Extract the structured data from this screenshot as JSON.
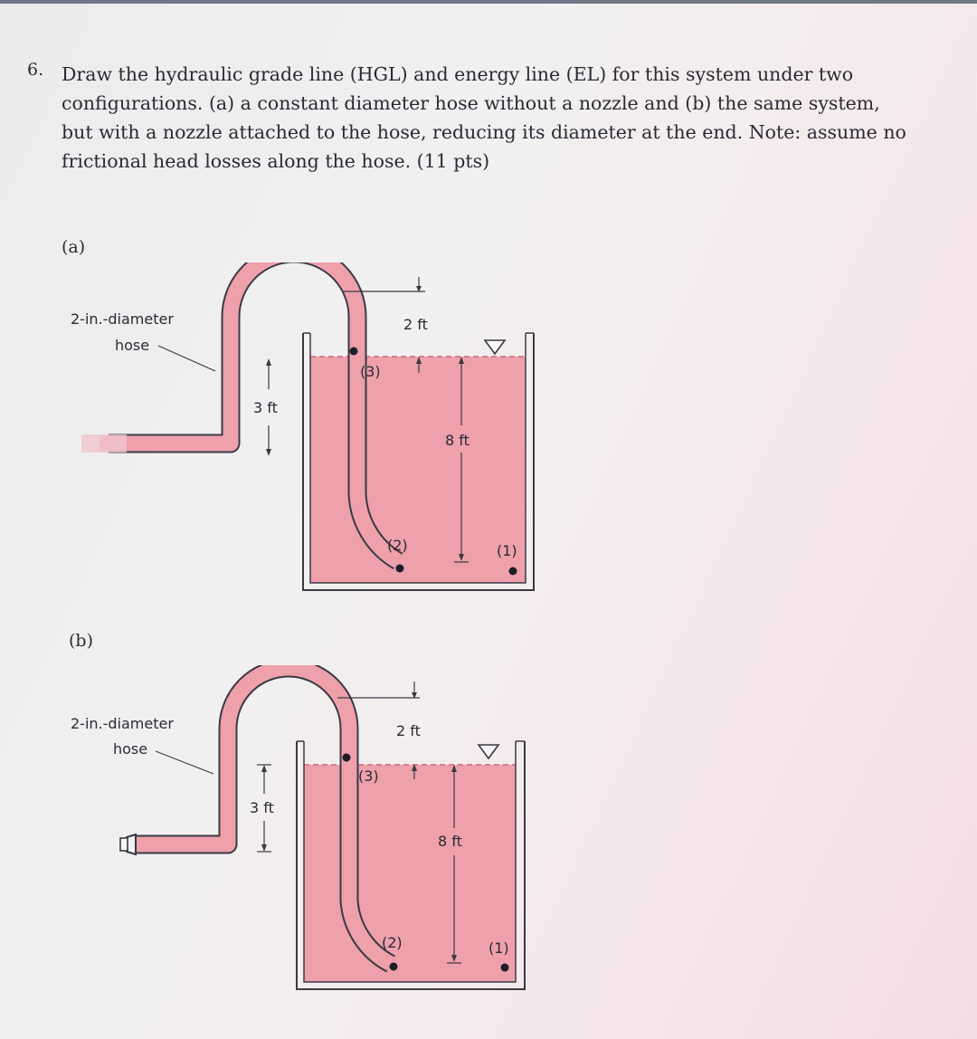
{
  "question": {
    "number": "6.",
    "lines": [
      "Draw the hydraulic grade line (HGL) and energy line (EL) for this system under two",
      "configurations. (a) a constant diameter hose without a nozzle and (b) the same system,",
      "but with a nozzle attached to the hose, reducing its diameter at the end. Note: assume no",
      "frictional head losses along the hose. (11 pts)"
    ]
  },
  "figures": [
    {
      "part_label": "(a)",
      "hose_label_line1": "2-in.-diameter",
      "hose_label_line2": "hose",
      "dim_3ft": "3 ft",
      "dim_2ft": "2 ft",
      "dim_8ft": "8 ft",
      "point_1": "(1)",
      "point_2": "(2)",
      "point_3": "(3)",
      "has_nozzle": false
    },
    {
      "part_label": "(b)",
      "hose_label_line1": "2-in.-diameter",
      "hose_label_line2": "hose",
      "dim_3ft": "3 ft",
      "dim_2ft": "2 ft",
      "dim_8ft": "8 ft",
      "point_1": "(1)",
      "point_2": "(2)",
      "point_3": "(3)",
      "has_nozzle": true
    }
  ],
  "colors": {
    "water": "#eea0ab",
    "hose_fill": "#eea0ab",
    "outline": "#3a3a44",
    "background": "#efeeee"
  }
}
